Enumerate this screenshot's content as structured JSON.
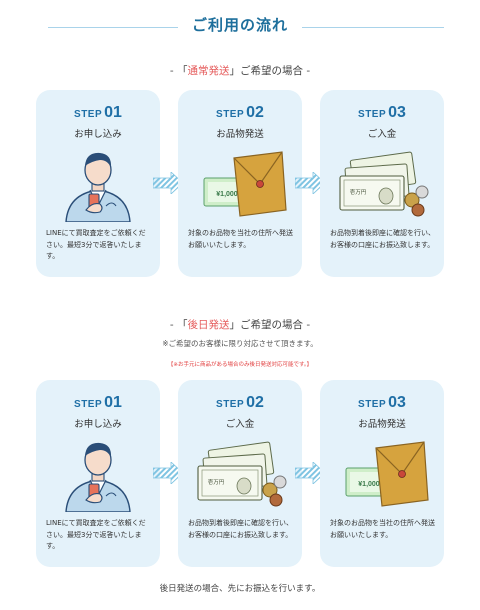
{
  "page_title": "ご利用の流れ",
  "section1": {
    "dash_left": "-",
    "quote_open": "「",
    "keyword": "通常発送",
    "quote_close": "」",
    "suffix": "ご希望の場合",
    "dash_right": "-",
    "steps": [
      {
        "label": "STEP",
        "num": "01",
        "name": "お申し込み",
        "desc": "LINEにて買取査定をご依頼ください。最短3分で返答いたします。",
        "icon": "person-phone-icon"
      },
      {
        "label": "STEP",
        "num": "02",
        "name": "お品物発送",
        "desc": "対象のお品物を当社の住所へ発送お願いいたします。",
        "icon": "envelope-giftcard-icon"
      },
      {
        "label": "STEP",
        "num": "03",
        "name": "ご入金",
        "desc": "お品物到着後即座に確認を行い、お客様の口座にお振込致します。",
        "icon": "yen-money-icon"
      }
    ]
  },
  "section2": {
    "dash_left": "-",
    "quote_open": "「",
    "keyword": "後日発送",
    "quote_close": "」",
    "suffix": "ご希望の場合",
    "dash_right": "-",
    "note": "※ご希望のお客様に限り対応させて頂きます。",
    "red_note": "【※お手元に商品がある場合のみ後日発送対応可能です。】",
    "steps": [
      {
        "label": "STEP",
        "num": "01",
        "name": "お申し込み",
        "desc": "LINEにて買取査定をご依頼ください。最短3分で返答いたします。",
        "icon": "person-phone-icon"
      },
      {
        "label": "STEP",
        "num": "02",
        "name": "ご入金",
        "desc": "お品物到着後即座に確認を行い、お客様の口座にお振込致します。",
        "icon": "yen-money-icon"
      },
      {
        "label": "STEP",
        "num": "03",
        "name": "お品物発送",
        "desc": "対象のお品物を当社の住所へ発送お願いいたします。",
        "icon": "envelope-giftcard-icon"
      }
    ]
  },
  "footer": "後日発送の場合、先にお振込を行います。",
  "art_text": {
    "bill": "壱万円",
    "card_amount": "¥1,000"
  },
  "colors": {
    "card_bg": "#e4f2fa",
    "step_blue": "#1f6fa6",
    "accent_red": "#e55a5a",
    "arrow_blue": "#8cc8e4"
  }
}
